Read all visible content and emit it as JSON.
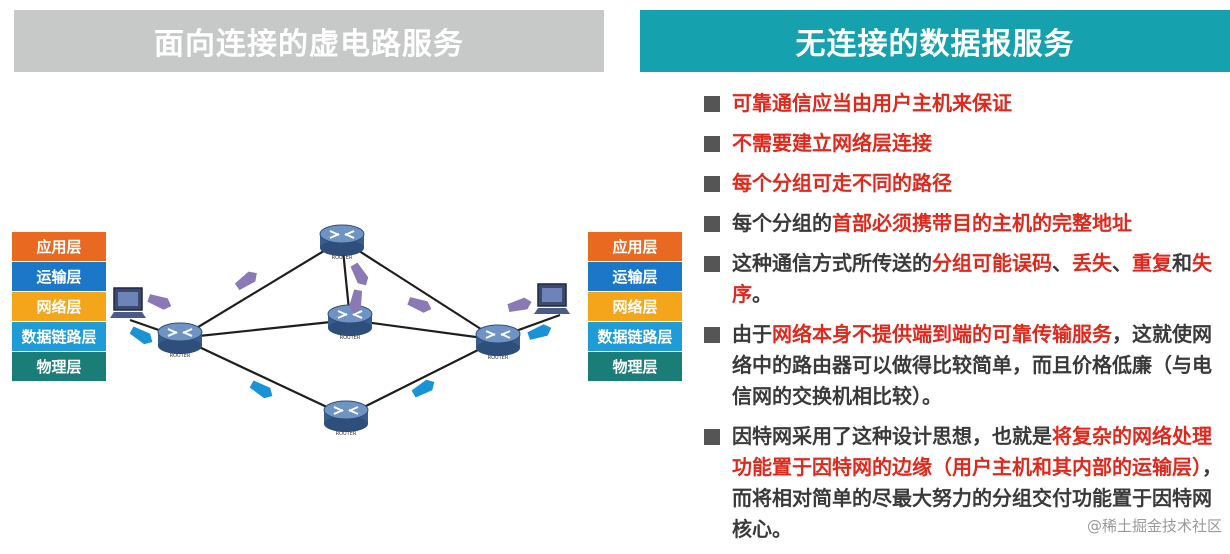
{
  "header": {
    "left_title": "面向连接的虚电路服务",
    "right_title": "无连接的数据报服务"
  },
  "diagram": {
    "left_stack": [
      "应用层",
      "运输层",
      "网络层",
      "数据链路层",
      "物理层"
    ],
    "right_stack": [
      "应用层",
      "运输层",
      "网络层",
      "数据链路层",
      "物理层"
    ],
    "layer_colors": [
      "#e8691f",
      "#1b78c9",
      "#f5a519",
      "#1f9bd7",
      "#1a7d78"
    ],
    "router_label": "ROUTER"
  },
  "bullets": [
    [
      {
        "t": "可靠通信应当由用户主机来保证",
        "red": true
      }
    ],
    [
      {
        "t": "不需要建立网络层连接",
        "red": true
      }
    ],
    [
      {
        "t": "每个分组可走不同的路径",
        "red": true
      }
    ],
    [
      {
        "t": "每个分组的",
        "red": false
      },
      {
        "t": "首部必须携带目的主机的完整地址",
        "red": true
      }
    ],
    [
      {
        "t": "这种通信方式所传送的",
        "red": false
      },
      {
        "t": "分组可能误码",
        "red": true
      },
      {
        "t": "、",
        "red": false
      },
      {
        "t": "丢失",
        "red": true
      },
      {
        "t": "、",
        "red": false
      },
      {
        "t": "重复",
        "red": true
      },
      {
        "t": "和",
        "red": false
      },
      {
        "t": "失序",
        "red": true
      },
      {
        "t": "。",
        "red": false
      }
    ],
    [
      {
        "t": "由于",
        "red": false
      },
      {
        "t": "网络本身不提供端到端的可靠传输服务",
        "red": true
      },
      {
        "t": "，这就使网络中的路由器可以做得比较简单，而且价格低廉（与电信网的交换机相比较）。",
        "red": false
      }
    ],
    [
      {
        "t": "因特网采用了这种设计思想，也就是",
        "red": false
      },
      {
        "t": "将复杂的网络处理功能置于因特网的边缘（用户主机和其内部的运输层）",
        "red": true
      },
      {
        "t": "，而将相对简单的尽最大努力的分组交付功能置于因特网核心。",
        "red": false
      }
    ]
  ],
  "watermark": "@稀土掘金技术社区"
}
